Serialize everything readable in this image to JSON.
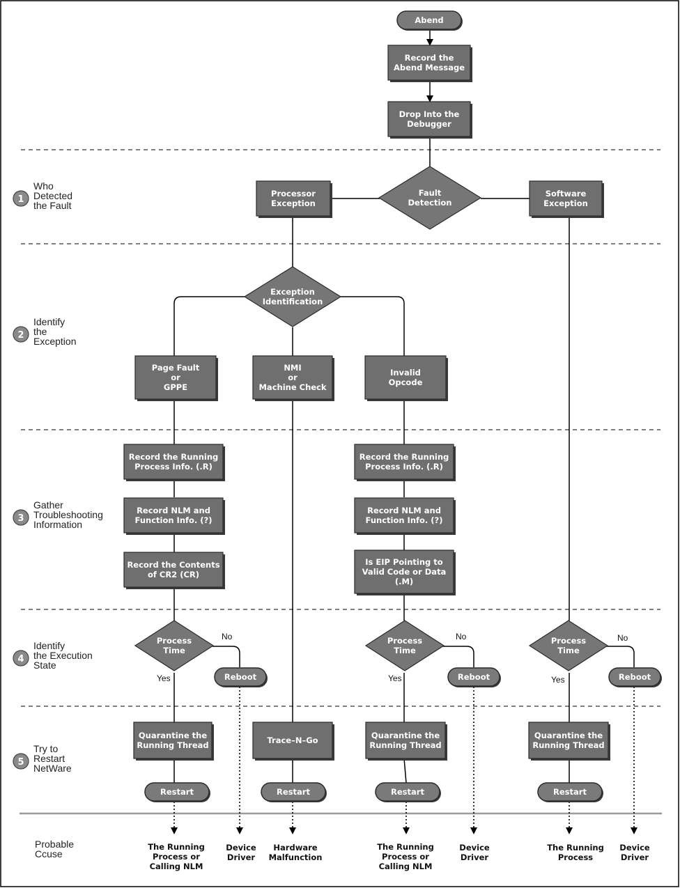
{
  "stages": [
    {
      "num": "1",
      "lines": [
        "Who",
        "Detected",
        "the Fault"
      ]
    },
    {
      "num": "2",
      "lines": [
        "Identify",
        "the",
        "Exception"
      ]
    },
    {
      "num": "3",
      "lines": [
        "Gather",
        "Troubleshooting",
        "Information"
      ]
    },
    {
      "num": "4",
      "lines": [
        "Identify",
        "the Execution",
        "State"
      ]
    },
    {
      "num": "5",
      "lines": [
        "Try to",
        "Restart",
        "NetWare"
      ]
    }
  ],
  "probable_cause": [
    "Probable",
    "Ccuse"
  ],
  "nodes": {
    "abend": [
      "Abend"
    ],
    "record_abend": [
      "Record the",
      "Abend Message"
    ],
    "drop_debugger": [
      "Drop Into the",
      "Debugger"
    ],
    "fault_detection": [
      "Fault",
      "Detection"
    ],
    "processor_exception": [
      "Processor",
      "Exception"
    ],
    "software_exception": [
      "Software",
      "Exception"
    ],
    "exception_identification": [
      "Exception",
      "Identification"
    ],
    "page_fault": [
      "Page Fault",
      "or",
      "GPPE"
    ],
    "nmi": [
      "NMI",
      "or",
      "Machine Check"
    ],
    "invalid_opcode": [
      "Invalid",
      "Opcode"
    ],
    "record_running_a": [
      "Record the Running",
      "Process Info. (.R)"
    ],
    "record_nlm_a": [
      "Record NLM and",
      "Function Info. (?)"
    ],
    "record_cr2": [
      "Record the Contents",
      "of CR2 (CR)"
    ],
    "record_running_b": [
      "Record the Running",
      "Process Info. (.R)"
    ],
    "record_nlm_b": [
      "Record NLM and",
      "Function Info. (?)"
    ],
    "eip_check": [
      "Is EIP Pointing to",
      "Valid Code or Data",
      "(.M)"
    ],
    "process_time_a": [
      "Process",
      "Time"
    ],
    "process_time_b": [
      "Process",
      "Time"
    ],
    "process_time_c": [
      "Process",
      "Time"
    ],
    "reboot_a": [
      "Reboot"
    ],
    "reboot_b": [
      "Reboot"
    ],
    "reboot_c": [
      "Reboot"
    ],
    "quarantine_a": [
      "Quarantine the",
      "Running Thread"
    ],
    "trace_n_go": [
      "Trace–N–Go"
    ],
    "quarantine_b": [
      "Quarantine the",
      "Running Thread"
    ],
    "quarantine_c": [
      "Quarantine the",
      "Running Thread"
    ],
    "restart_a": [
      "Restart"
    ],
    "restart_b": [
      "Restart"
    ],
    "restart_c": [
      "Restart"
    ],
    "restart_d": [
      "Restart"
    ]
  },
  "edge_labels": {
    "no": "No",
    "yes": "Yes"
  },
  "outcomes": {
    "running_calling_a": [
      "The Running",
      "Process or",
      "Calling NLM"
    ],
    "device_driver_a": [
      "Device",
      "Driver"
    ],
    "hardware": [
      "Hardware",
      "Malfunction"
    ],
    "running_calling_b": [
      "The Running",
      "Process or",
      "Calling NLM"
    ],
    "device_driver_b": [
      "Device",
      "Driver"
    ],
    "running_process": [
      "The Running",
      "Process"
    ],
    "device_driver_c": [
      "Device",
      "Driver"
    ]
  }
}
